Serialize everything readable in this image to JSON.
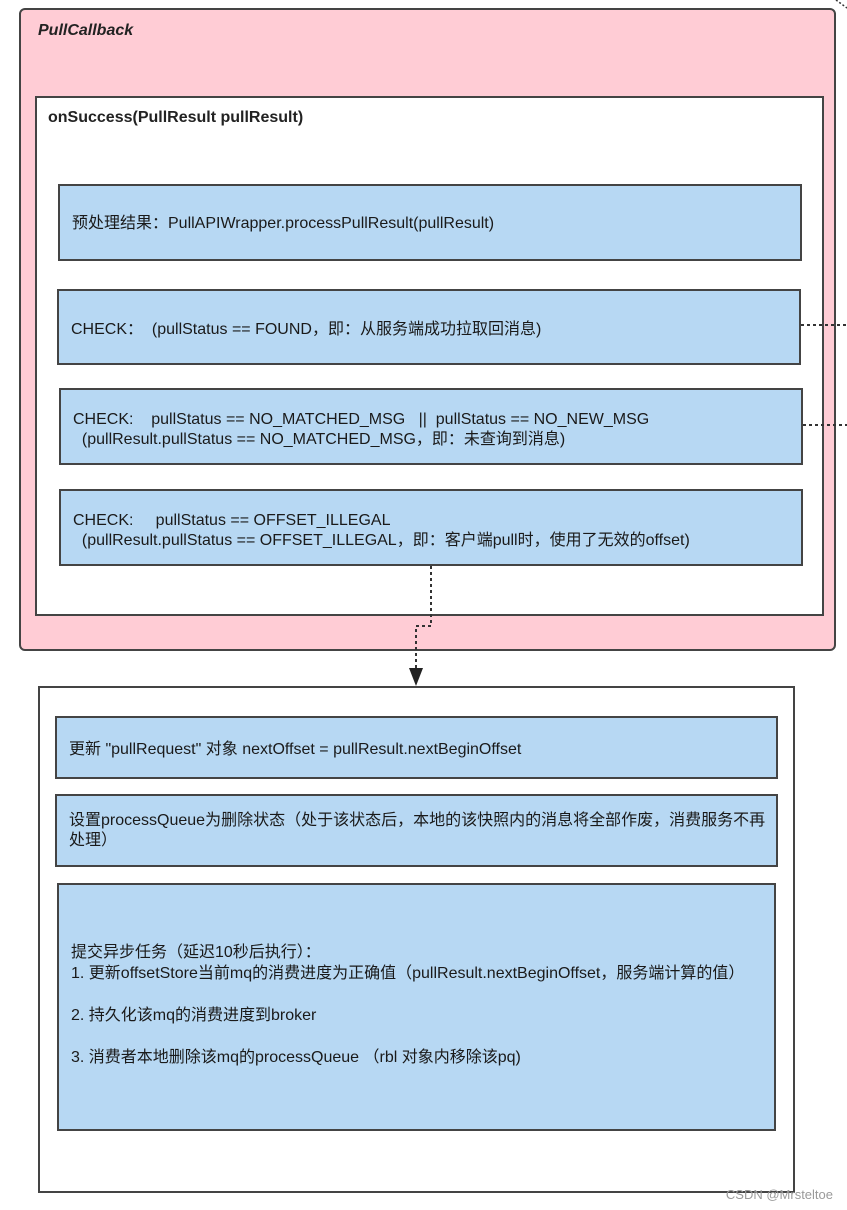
{
  "callback": {
    "title": "PullCallback"
  },
  "onsuccess": {
    "title": "onSuccess(PullResult pullResult)"
  },
  "steps": {
    "preprocess": "预处理结果：PullAPIWrapper.processPullResult(pullResult)",
    "check_found": "CHECK：  (pullStatus == FOUND，即：从服务端成功拉取回消息)",
    "check_no_msg": "CHECK:    pullStatus == NO_MATCHED_MSG   ||  pullStatus == NO_NEW_MSG\n  (pullResult.pullStatus == NO_MATCHED_MSG，即：未查询到消息)",
    "check_offset_illegal": "CHECK:     pullStatus == OFFSET_ILLEGAL\n  (pullResult.pullStatus == OFFSET_ILLEGAL，即：客户端pull时，使用了无效的offset)"
  },
  "actions": {
    "update_offset": "更新 \"pullRequest\" 对象 nextOffset = pullResult.nextBeginOffset",
    "set_dropped": "设置processQueue为删除状态（处于该状态后，本地的该快照内的消息将全部作废，消费服务不再处理）",
    "async_task": "提交异步任务（延迟10秒后执行）：\n1. 更新offsetStore当前mq的消费进度为正确值（pullResult.nextBeginOffset，服务端计算的值）\n\n2. 持久化该mq的消费进度到broker\n\n3. 消费者本地删除该mq的processQueue （rbl 对象内移除该pq)"
  },
  "watermark": "CSDN @Mrsteltoe"
}
